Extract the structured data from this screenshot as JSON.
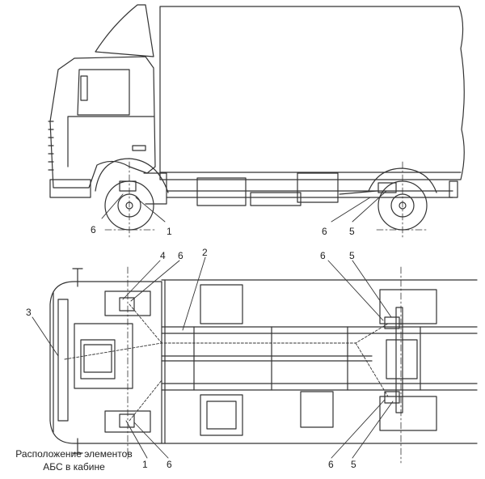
{
  "callouts": {
    "side_left_6": "6",
    "side_left_1": "1",
    "side_right_6": "6",
    "side_right_5": "5",
    "top_4": "4",
    "top_6_a": "6",
    "top_2": "2",
    "top_3": "3",
    "top_6_b": "6",
    "top_5_a": "5",
    "top_1": "1",
    "top_6_c": "6",
    "top_6_d": "6",
    "top_5_b": "5"
  },
  "caption": {
    "line1": "Расположение элементов",
    "line2": "АБС в кабине"
  }
}
